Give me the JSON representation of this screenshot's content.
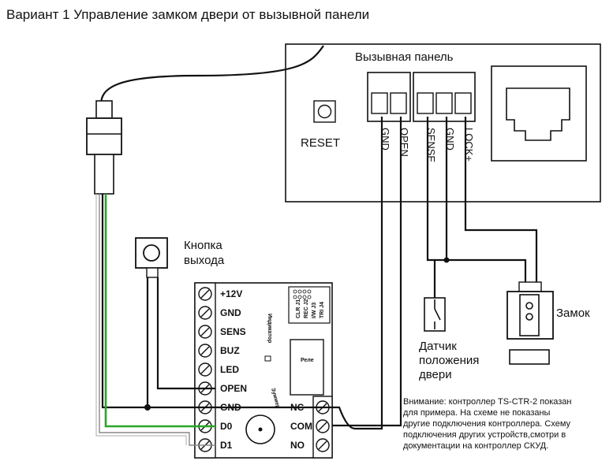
{
  "title": "Вариант 1 Управление замком двери от вызывной панели",
  "call_panel": {
    "label": "Вызывная панель",
    "reset_label": "RESET",
    "terminals": [
      "GND",
      "OPEN",
      "SENSE",
      "GND",
      "LOCK+"
    ]
  },
  "exit_button": {
    "line1": "Кнопка",
    "line2": "выхода"
  },
  "lock": {
    "label": "Замок"
  },
  "sensor": {
    "line1": "Датчик",
    "line2": "положения",
    "line3": "двери"
  },
  "controller": {
    "left_pins": [
      "+12V",
      "GND",
      "SENS",
      "BUZ",
      "LED",
      "OPEN",
      "GND",
      "D0",
      "D1"
    ],
    "right_pins": [
      "NC",
      "COM",
      "NO"
    ],
    "relay_label": "Реле",
    "indicator_label": "Индикатор",
    "buzzer_label": "Зуммер",
    "jumpers": [
      "CLR J1",
      "REC J2",
      "I/W J3",
      "TRI J4"
    ]
  },
  "note": {
    "lines": [
      "Внимание: контроллер TS-CTR-2 показан",
      "для примера. На схеме не показаны",
      "другие подключения контроллера. Схему",
      "подключения других устройств,смотри в",
      "документации на контроллер СКУД."
    ]
  },
  "colors": {
    "wire": "#111111",
    "green_wire": "#2aa52a",
    "ink": "#111111"
  }
}
